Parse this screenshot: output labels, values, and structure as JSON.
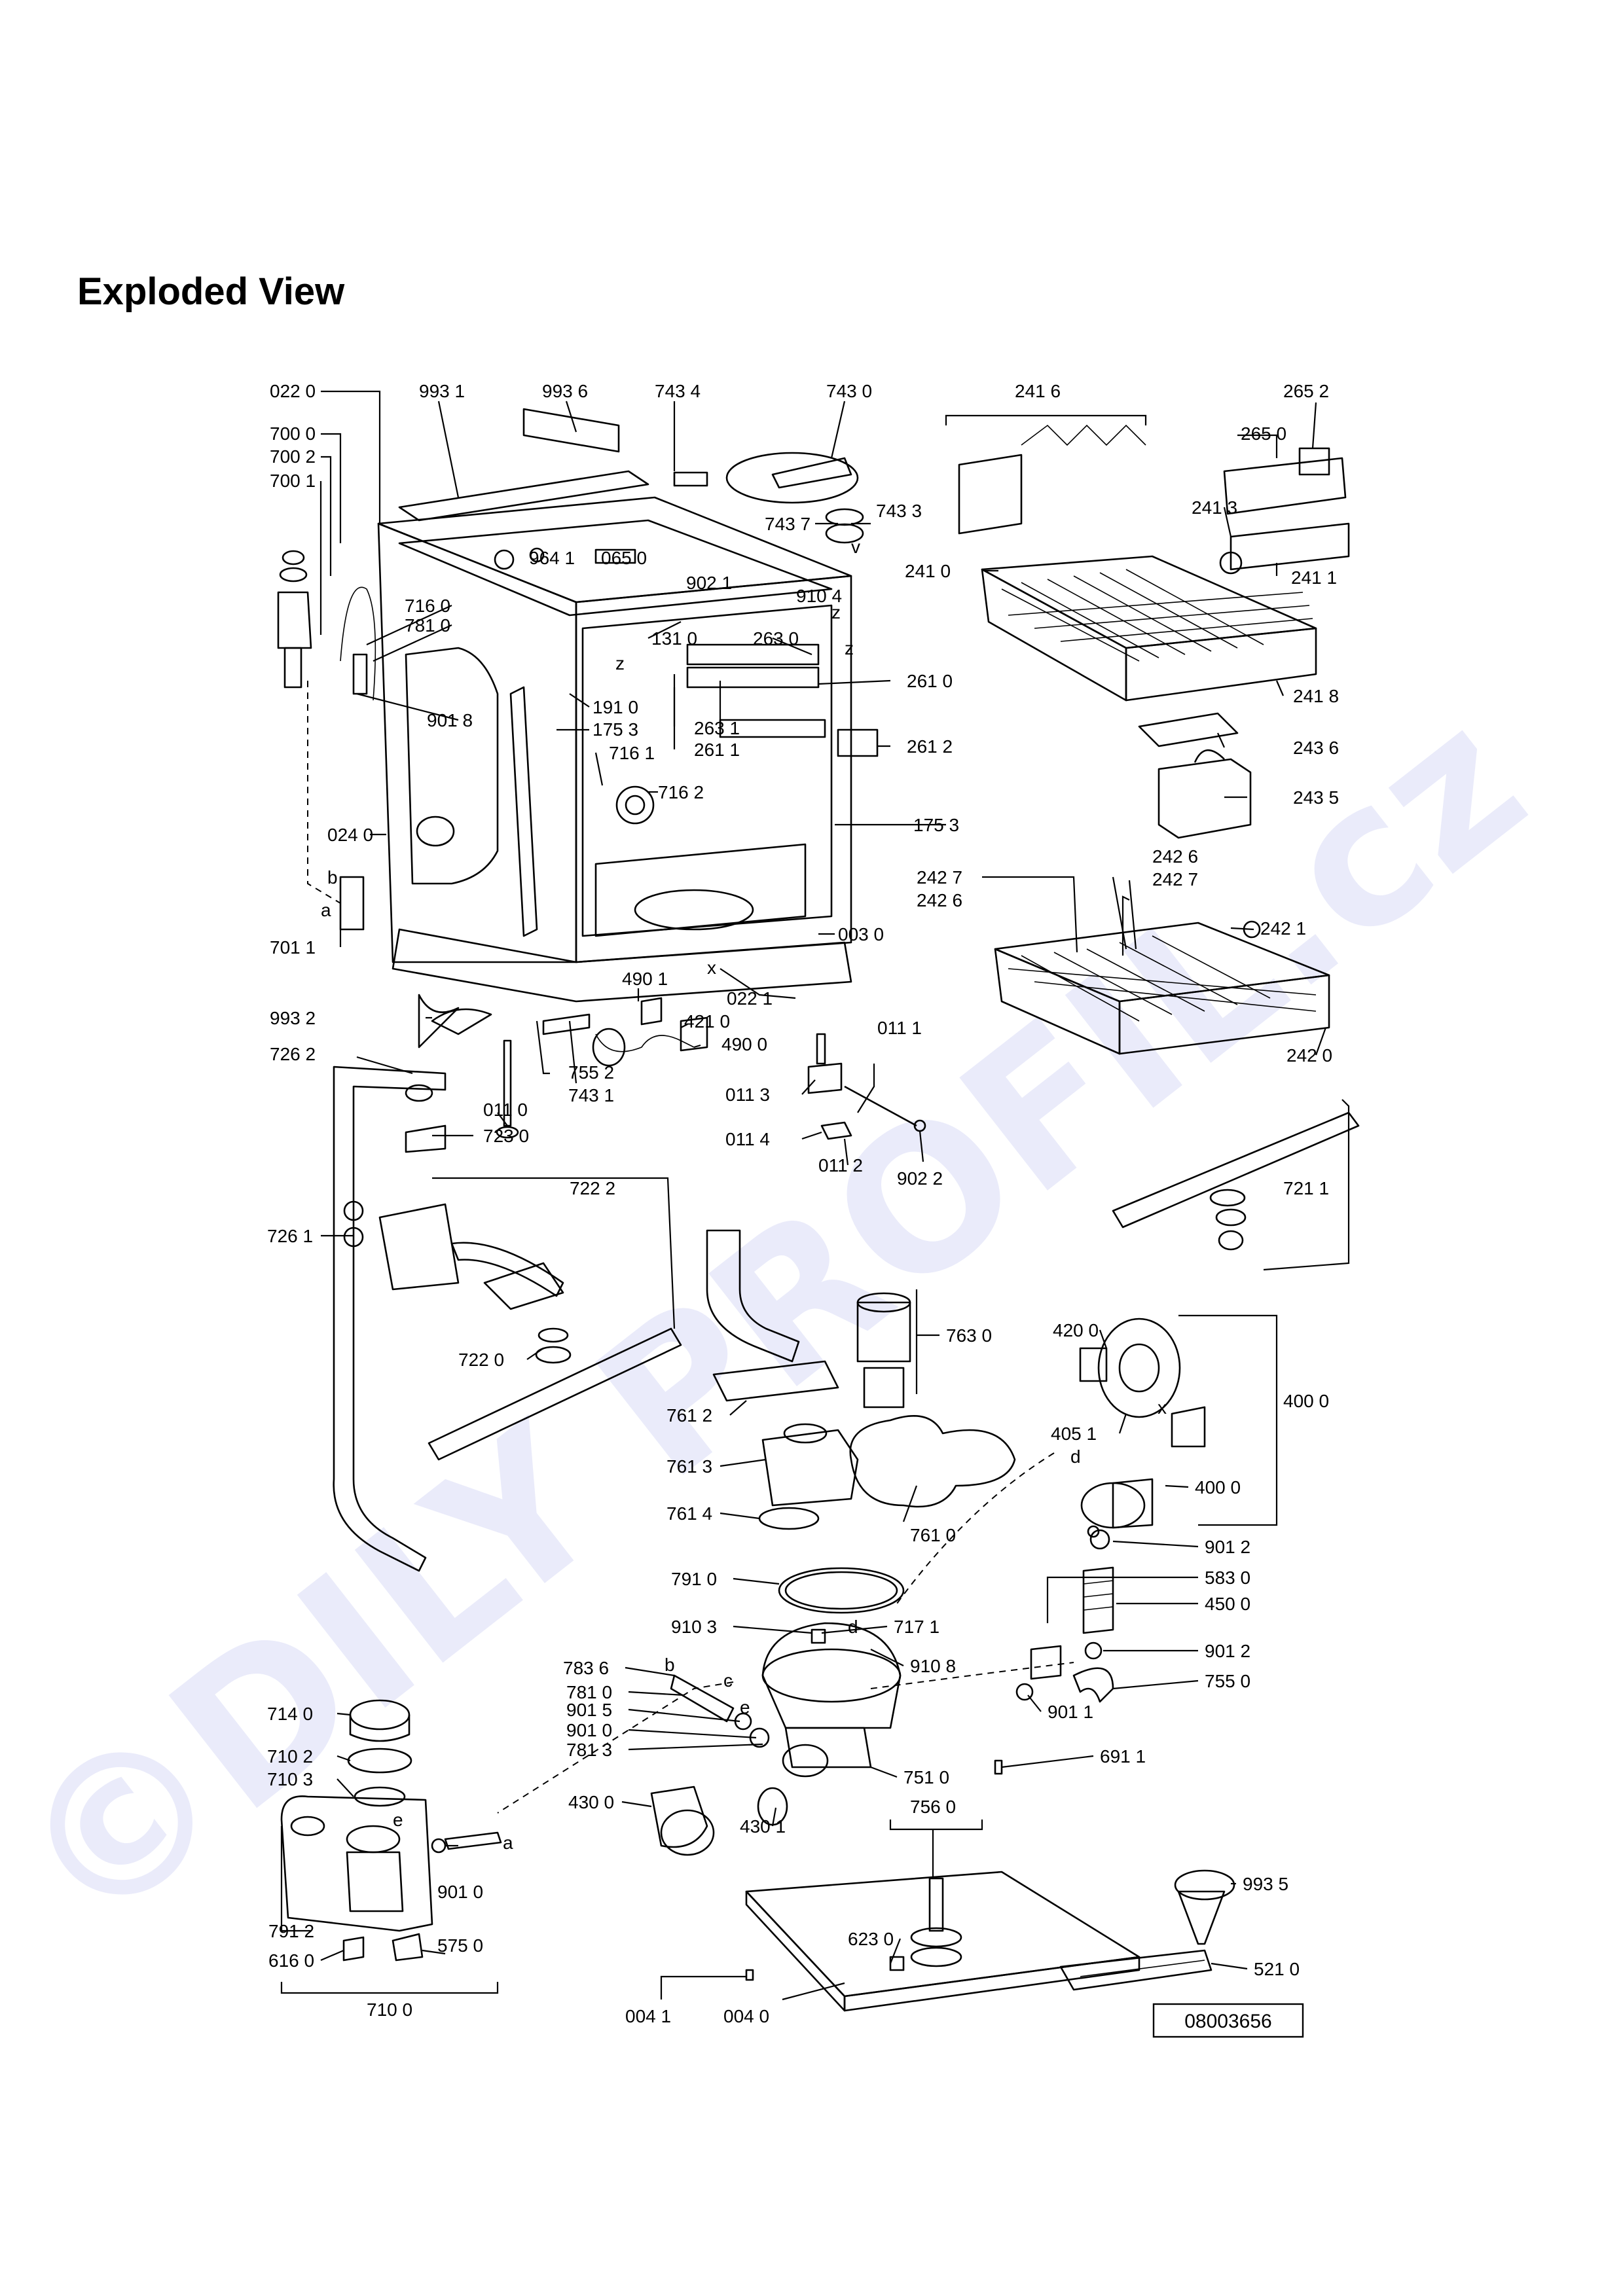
{
  "page": {
    "title": "Exploded View"
  },
  "watermark": "©DILY PROFIL.cz",
  "document_number": "08003656",
  "part_labels": [
    "022 0",
    "993 1",
    "993 6",
    "743 4",
    "743 0",
    "241 6",
    "265 2",
    "700 0",
    "700 2",
    "700 1",
    "265 0",
    "743 7",
    "743 3",
    "241 3",
    "964 1",
    "065 0",
    "241 0",
    "902 1",
    "241 1",
    "716 0",
    "910 4",
    "781 0",
    "131 0",
    "263 0",
    "261 0",
    "191 0",
    "901 8",
    "263 1",
    "261 1",
    "175 3",
    "241 8",
    "261 2",
    "716 1",
    "243 6",
    "716 2",
    "243 5",
    "024 0",
    "175 3",
    "242 6",
    "242 7",
    "242 7",
    "242 6",
    "242 1",
    "003 0",
    "701 1",
    "490 1",
    "022 1",
    "421 0",
    "993 2",
    "490 0",
    "011 1",
    "755 2",
    "242 0",
    "726 2",
    "011 0",
    "743 1",
    "011 3",
    "011 4",
    "723 0",
    "011 2",
    "902 2",
    "722 2",
    "721 1",
    "726 1",
    "763 0",
    "420 0",
    "722 0",
    "400 0",
    "761 2",
    "405 1",
    "761 3",
    "400 0",
    "761 4",
    "761 0",
    "901 2",
    "791 0",
    "583 0",
    "910 3",
    "450 0",
    "717 1",
    "783 6",
    "910 8",
    "901 2",
    "781 0",
    "755 0",
    "714 0",
    "901 5",
    "901 1",
    "901 0",
    "691 1",
    "710 2",
    "781 3",
    "751 0",
    "710 3",
    "430 0",
    "430 1",
    "756 0",
    "901 0",
    "993 5",
    "791 2",
    "623 0",
    "575 0",
    "616 0",
    "521 0",
    "710 0",
    "004 1",
    "004 0"
  ],
  "point_letters": [
    "z",
    "z",
    "z",
    "x",
    "b",
    "a",
    "v",
    "x",
    "d",
    "d",
    "b",
    "c",
    "e",
    "a",
    "e"
  ]
}
